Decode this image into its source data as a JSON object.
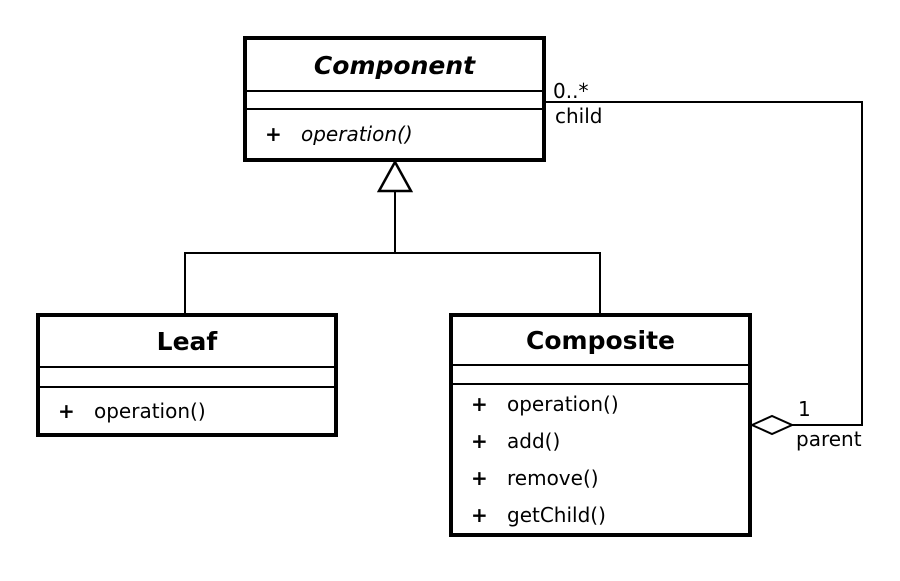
{
  "diagram": {
    "colors": {
      "line": "#000000",
      "box_fill": "#ffffff",
      "background": "#ffffff"
    },
    "classes": [
      {
        "name": "Component",
        "abstract": true,
        "attributes": [],
        "methods": [
          {
            "visibility": "+",
            "name": "operation()",
            "abstract": true
          }
        ]
      },
      {
        "name": "Leaf",
        "abstract": false,
        "attributes": [],
        "methods": [
          {
            "visibility": "+",
            "name": "operation()",
            "abstract": false
          }
        ]
      },
      {
        "name": "Composite",
        "abstract": false,
        "attributes": [],
        "methods": [
          {
            "visibility": "+",
            "name": "operation()",
            "abstract": false
          },
          {
            "visibility": "+",
            "name": "add()",
            "abstract": false
          },
          {
            "visibility": "+",
            "name": "remove()",
            "abstract": false
          },
          {
            "visibility": "+",
            "name": "getChild()",
            "abstract": false
          }
        ]
      }
    ],
    "relationships": {
      "inheritance": {
        "type": "generalization",
        "parent": "Component",
        "children": [
          "Leaf",
          "Composite"
        ]
      },
      "aggregation": {
        "type": "aggregation",
        "whole": "Composite",
        "part": "Component",
        "child_multiplicity": "0..*",
        "child_role": "child",
        "parent_multiplicity": "1",
        "parent_role": "parent"
      }
    }
  }
}
